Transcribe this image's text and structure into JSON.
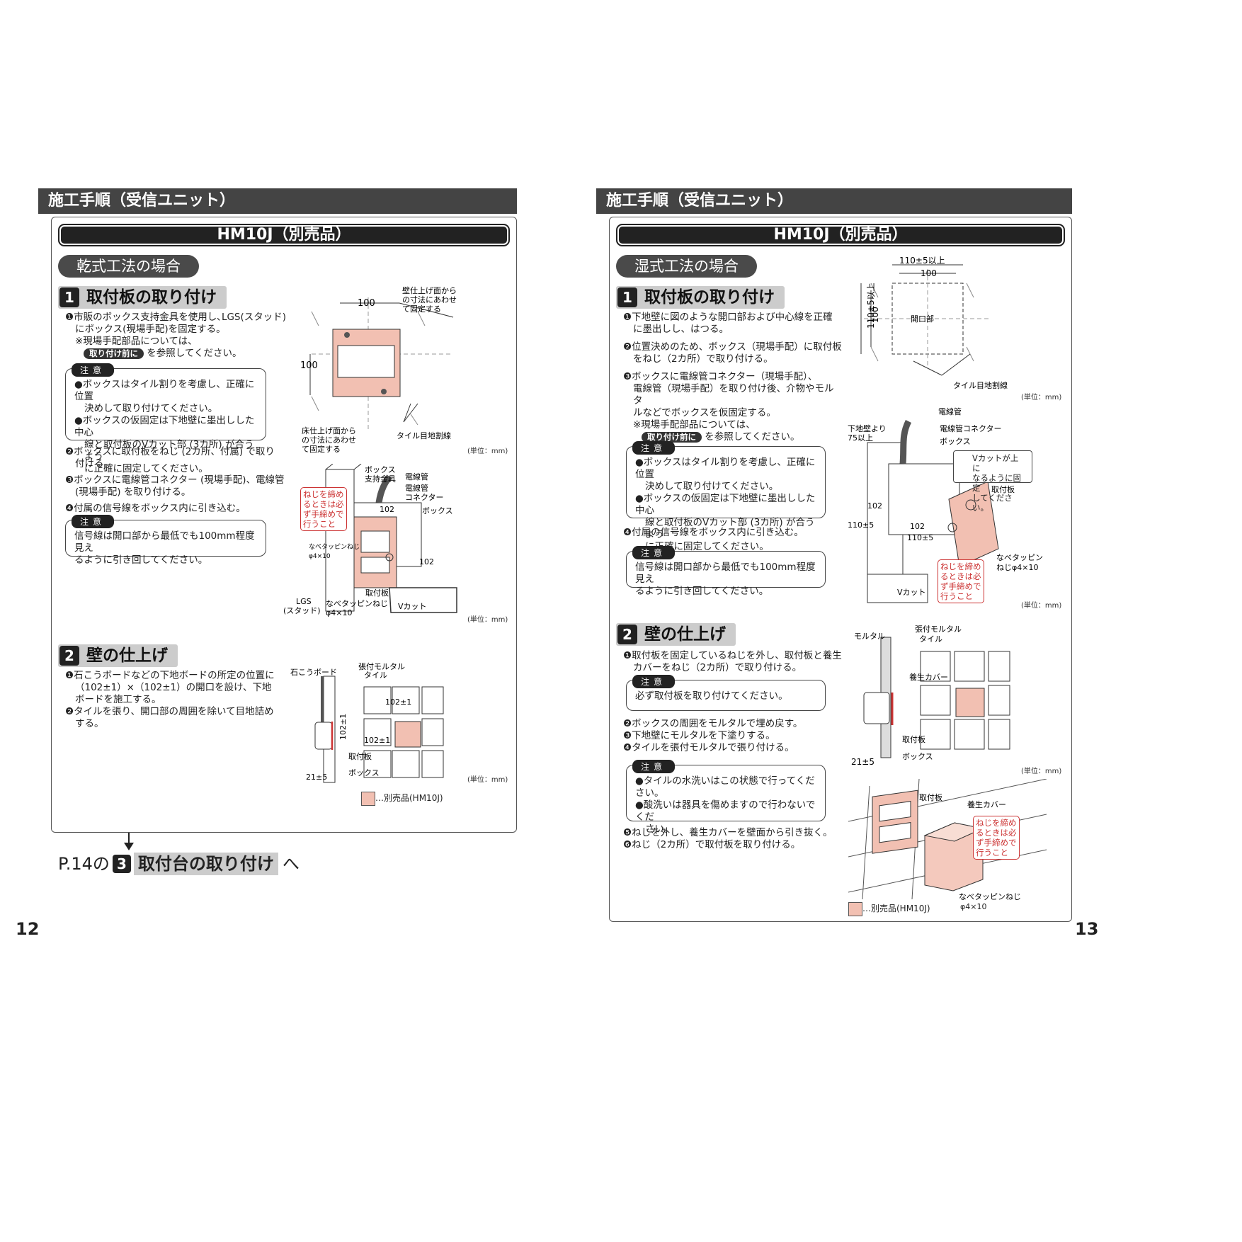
{
  "header": {
    "title": "施工手順（受信ユニット）",
    "model": "HM10J（別売品）"
  },
  "left": {
    "method": "乾式工法の場合",
    "step1": {
      "num": "1",
      "title": "取付板の取り付け",
      "i1a": "❶市販のボックス支持金具を使用し､LGS(スタッド)",
      "i1b": "にボックス(現場手配)を固定する。",
      "i1c": "※現場手配部品については、",
      "ref_pill": "取り付け前に",
      "ref_after": "を参照してください。",
      "note1": {
        "tag": "注意",
        "a1": "●ボックスはタイル割りを考慮し、正確に位置",
        "a2": "決めして取り付けてください。",
        "b1": "●ボックスの仮固定は下地壁に墨出しした中心",
        "b2": "線と取付板のVカット部 (3カ所) が合うよう",
        "b3": "に正確に固定してください。"
      },
      "i2a": "❷ボックスに取付板をねじ (2カ所、付属) で取り",
      "i2b": "付ける。",
      "i3a": "❸ボックスに電線管コネクター (現場手配)、電線管",
      "i3b": "(現場手配) を取り付ける。",
      "i4": "❹付属の信号線をボックス内に引き込む。",
      "note2": {
        "tag": "注意",
        "a1": "信号線は開口部から最低でも100mm程度見え",
        "a2": "るように引き回してください。"
      }
    },
    "fig1": {
      "d100": "100",
      "d100v": "100",
      "wall_a": "壁仕上げ面から",
      "wall_b": "の寸法にあわせ",
      "wall_c": "て固定する",
      "floor_a": "床仕上げ面から",
      "floor_b": "の寸法にあわせ",
      "floor_c": "て固定する",
      "tile": "タイル目地割線",
      "unit": "(単位：mm)"
    },
    "fig2": {
      "support_a": "ボックス",
      "support_b": "支持金具",
      "conduit": "電線管",
      "conn_a": "電線管",
      "conn_b": "コネクター",
      "box": "ボックス",
      "screw_a": "なべタッピンねじ",
      "screw_b": "φ4×10",
      "d102v": "102",
      "d102h": "102",
      "lgs_a": "LGS",
      "lgs_b": "(スタッド)",
      "plate": "取付板",
      "screw2_a": "なべタッピンねじ",
      "screw2_b": "φ4×10",
      "vcut": "Vカット",
      "warn": [
        "ねじを締め",
        "るときは必",
        "ず手締めで",
        "行うこと"
      ],
      "unit": "(単位：mm)"
    },
    "step2": {
      "num": "2",
      "title": "壁の仕上げ",
      "i1a": "❶石こうボードなどの下地ボードの所定の位置に",
      "i1b": "（102±1）×（102±1）の開口を設け、下地",
      "i1c": "ボードを施工する。",
      "i2a": "❷タイルを張り、開口部の周囲を除いて目地詰め",
      "i2b": "する。"
    },
    "fig3": {
      "gypsum": "石こうボード",
      "mortar": "張付モルタル",
      "tile": "タイル",
      "d102a": "102±1",
      "d102b": "102±1",
      "d102c": "102±1",
      "plate": "取付板",
      "box": "ボックス",
      "d21": "21±5",
      "unit": "(単位：mm)"
    },
    "legend": "…別売品(HM10J)",
    "next": {
      "pre": "P.14の",
      "num": "3",
      "title": "取付台の取り付け",
      "post": "へ"
    },
    "page": "12"
  },
  "right": {
    "method": "湿式工法の場合",
    "step1": {
      "num": "1",
      "title": "取付板の取り付け",
      "i1a": "❶下地壁に図のような開口部および中心線を正確",
      "i1b": "に墨出しし、はつる。",
      "i2a": "❷位置決めのため、ボックス（現場手配）に取付板",
      "i2b": "をねじ（2カ所）で取り付ける。",
      "i3a": "❸ボックスに電線管コネクター（現場手配）、",
      "i3b": "電線管（現場手配）を取り付け後、介物やモルタ",
      "i3c": "ルなどでボックスを仮固定する。",
      "i3d": "※現場手配部品については、",
      "ref_pill": "取り付け前に",
      "ref_after": "を参照してください。",
      "note1": {
        "tag": "注意",
        "a1": "●ボックスはタイル割りを考慮し、正確に位置",
        "a2": "決めして取り付けてください。",
        "b1": "●ボックスの仮固定は下地壁に墨出しした中心",
        "b2": "線と取付板のVカット部 (3カ所) が合うよう",
        "b3": "に正確に固定してください。"
      },
      "i4": "❹付属の信号線をボックス内に引き込む。",
      "note2": {
        "tag": "注意",
        "a1": "信号線は開口部から最低でも100mm程度見え",
        "a2": "るように引き回してください。"
      }
    },
    "fig1": {
      "d110": "110±5以上",
      "d100": "100",
      "d110v": "110±5以上",
      "d100v": "100",
      "opening": "開口部",
      "tile": "タイル目地割線",
      "unit": "(単位：mm)"
    },
    "fig2": {
      "conduit": "電線管",
      "conn": "電線管コネクター",
      "box": "ボックス",
      "under_a": "下地壁より",
      "under_b": "75以上",
      "vcut_up": [
        "Vカットが上に",
        "なるように固定",
        "してください。"
      ],
      "plate": "取付板",
      "d102v": "102",
      "d110h": "110±5",
      "d102h": "102",
      "d110b": "110±5",
      "screw_a": "なべタッピン",
      "screw_b": "ねじφ4×10",
      "warn": [
        "ねじを締め",
        "るときは必",
        "ず手締めで",
        "行うこと"
      ],
      "vcut": "Vカット",
      "unit": "(単位：mm)"
    },
    "step2": {
      "num": "2",
      "title": "壁の仕上げ",
      "i1a": "❶取付板を固定しているねじを外し、取付板と養生",
      "i1b": "カバーをねじ（2カ所）で取り付ける。",
      "note1": {
        "tag": "注意",
        "a1": "必ず取付板を取り付けてください。"
      },
      "i2": "❷ボックスの周囲をモルタルで埋め戻す。",
      "i3": "❸下地壁にモルタルを下塗りする。",
      "i4": "❹タイルを張付モルタルで張り付ける。",
      "note2": {
        "tag": "注意",
        "a1": "●タイルの水洗いはこの状態で行ってください。",
        "b1": "●酸洗いは器具を傷めますので行わないでくだ",
        "b2": "さい。"
      },
      "i5": "❺ねじを外し、養生カバーを壁面から引き抜く。",
      "i6": "❻ねじ（2カ所）で取付板を取り付ける。"
    },
    "fig3": {
      "mortar": "モルタル",
      "paste": "張付モルタル",
      "tile": "タイル",
      "cover": "養生カバー",
      "plate": "取付板",
      "box": "ボックス",
      "d21": "21±5",
      "unit": "(単位：mm)"
    },
    "fig4": {
      "plate": "取付板",
      "cover": "養生カバー",
      "warn": [
        "ねじを締め",
        "るときは必",
        "ず手締めで",
        "行うこと"
      ],
      "screw_a": "なべタッピンねじ",
      "screw_b": "φ4×10"
    },
    "legend": "…別売品(HM10J)",
    "page": "13"
  },
  "colors": {
    "accent_pink": "#f2c0b2",
    "warn_red": "#c33",
    "band": "#444"
  }
}
